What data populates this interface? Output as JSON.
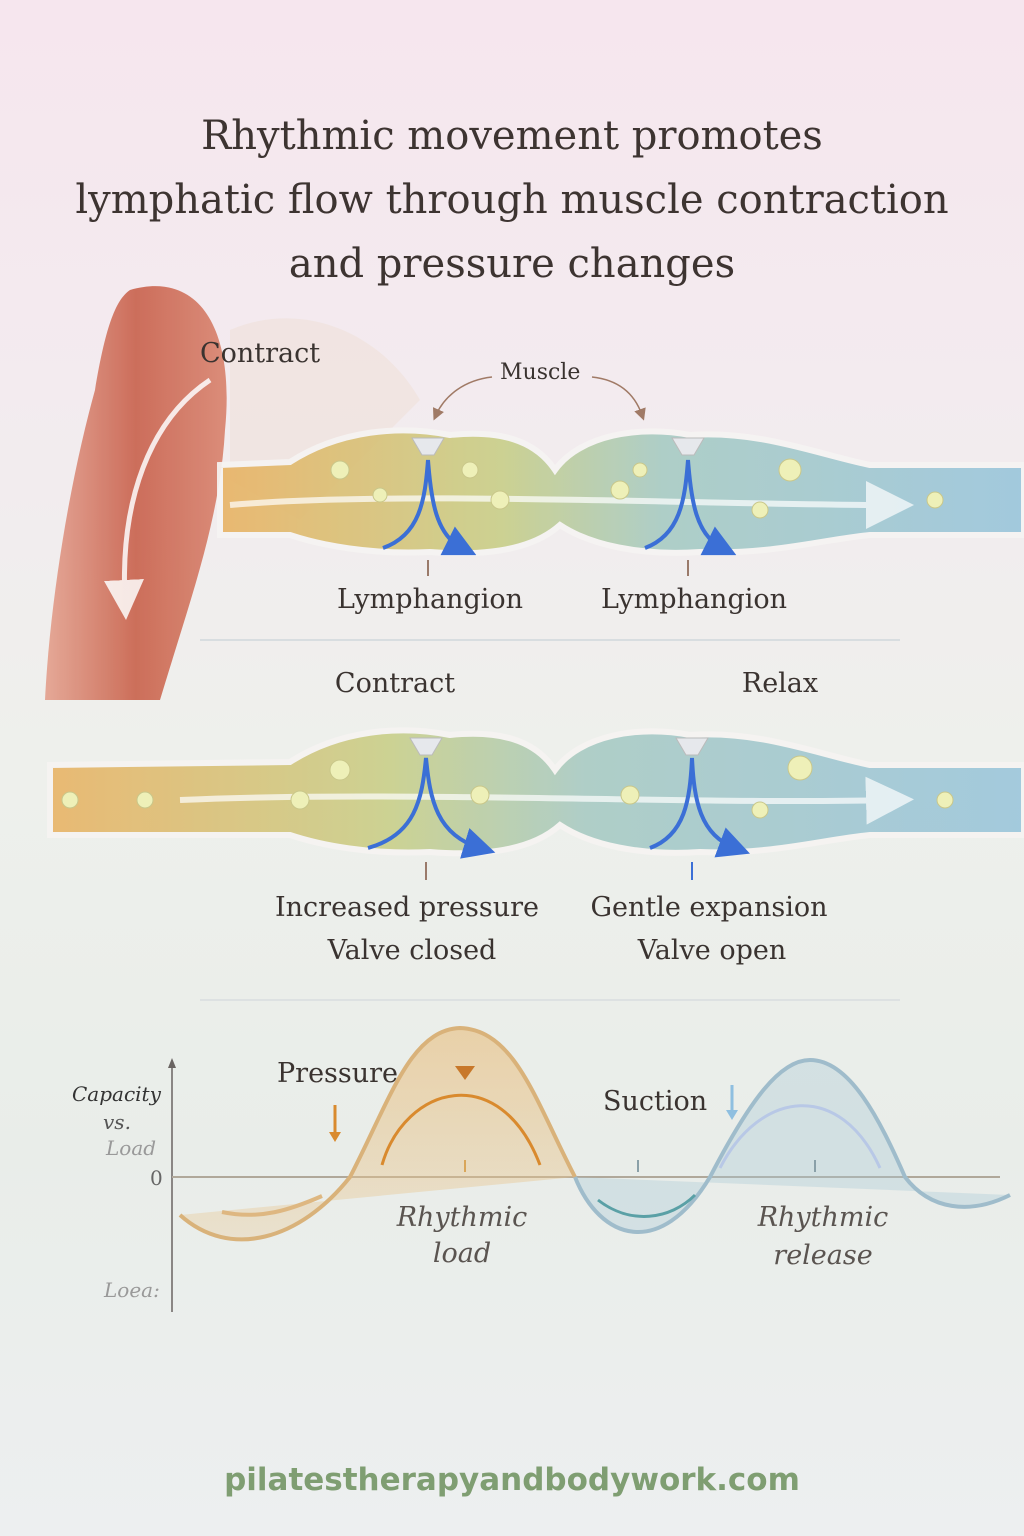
{
  "title": {
    "line1": "Rhythmic movement promotes",
    "line2": "lymphatic flow through muscle contraction",
    "line3": "and pressure changes"
  },
  "top_panel": {
    "contract_label": "Contract",
    "muscle_label": "Muscle",
    "lymphangion_left": "Lymphangion",
    "lymphangion_right": "Lymphangion"
  },
  "middle_panel": {
    "contract_label": "Contract",
    "relax_label": "Relax",
    "left_caption_1": "Increased pressure",
    "left_caption_2": "Valve closed",
    "right_caption_1": "Gentle expansion",
    "right_caption_2": "Valve open"
  },
  "chart": {
    "ylabel_1": "Capacity",
    "ylabel_2": "vs.",
    "ylabel_3": "Load",
    "zero_tick": "0",
    "bottom_label": "Loea:",
    "pressure_label": "Pressure",
    "suction_label": "Suction",
    "load_label_1": "Rhythmic",
    "load_label_2": "load",
    "release_label_1": "Rhythmic",
    "release_label_2": "release"
  },
  "colors": {
    "load": "#d9a65a",
    "release": "#8fb3c4",
    "valve_arrow": "#3b6fd6",
    "muscle": "#c8604a",
    "footer": "#7f9e72"
  },
  "footer": "pilatestherapyandbodywork.com"
}
